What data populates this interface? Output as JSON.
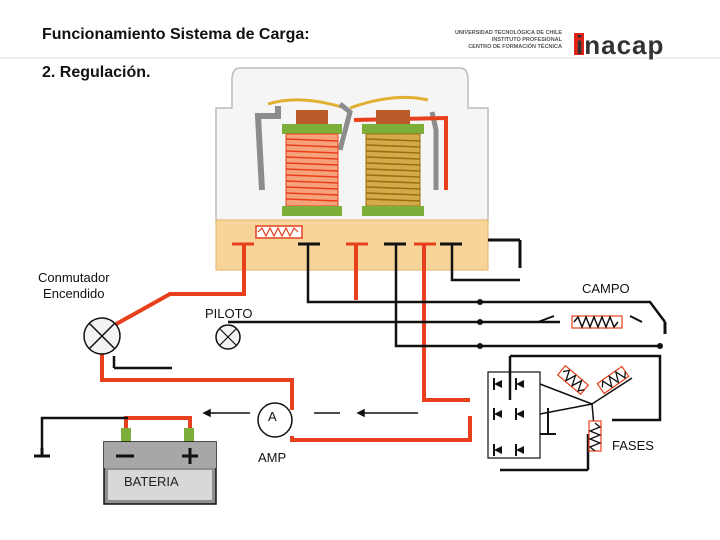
{
  "header": {
    "title": "Funcionamiento Sistema de Carga:",
    "subtitle": "2. Regulación."
  },
  "logos": {
    "university_lines": [
      "UNIVERSIDAD TECNOLÓGICA DE CHILE",
      "INSTITUTO PROFESIONAL",
      "CENTRO DE FORMACIÓN TÉCNICA"
    ],
    "brand": "inacap",
    "brand_color": "#e2231a"
  },
  "labels": {
    "conmutador_line1": "Conmutador",
    "conmutador_line2": "Encendido",
    "campo": "CAMPO",
    "piloto": "PILOTO",
    "amperimetro_symbol": "A",
    "amp": "AMP",
    "fases": "FASES",
    "bateria": "BATERIA"
  },
  "colors": {
    "wire_red": "#e8401c",
    "wire_black": "#111111",
    "regulator_base": "#f7d49a",
    "coil_red": "#e8401c",
    "coil_olive": "#b5891a",
    "coil_ends": "#7dae3a",
    "contact_arm": "#8c8c8c",
    "battery_body": "#8f8f8f"
  }
}
